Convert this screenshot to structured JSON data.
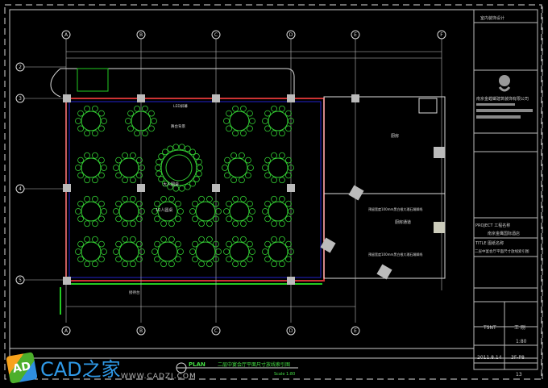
{
  "drawing": {
    "grid_columns": [
      "A",
      "B",
      "C",
      "D",
      "E",
      "F"
    ],
    "grid_columns_bottom": [
      "A",
      "B",
      "C",
      "D",
      "E"
    ],
    "grid_rows": [
      "2",
      "3",
      "4",
      "5"
    ],
    "room_labels": {
      "round_table_big": "大人圆桌",
      "round_table": "10人圆桌",
      "kitchen": "厨房",
      "kitchen_passage": "厨房通道",
      "led": "LED屏幕",
      "stage": "舞台背景",
      "reception": "接待台",
      "note_1": "预留宽度100mm黑白根大理石踢脚线",
      "note_2": "预留宽度100mm黑白根大理石踢脚线"
    },
    "plan_title": "PLAN",
    "title_cn": "二层中宴会厅平面尺寸放线索引图",
    "scale": "Scale 1:80"
  },
  "title_block": {
    "header": "室内装饰设计",
    "company": "南京金螳螂建筑装饰有限公司",
    "project_label": "PROJECT 工程名称",
    "project_name": "南京金鹰国际酒店",
    "title_label": "TITLE 图纸名称",
    "title_value": "二层中宴会厅平面尺寸放线索引图",
    "designer": "TSNT",
    "checker": "王 刚",
    "scale": "1:80",
    "date": "2011.8.14",
    "drawing_no": "3F-P8",
    "sheet": "13"
  },
  "watermark": {
    "brand": "CAD之家",
    "url": "WWW.CADZJ.COM",
    "logo_letters": "AD"
  }
}
